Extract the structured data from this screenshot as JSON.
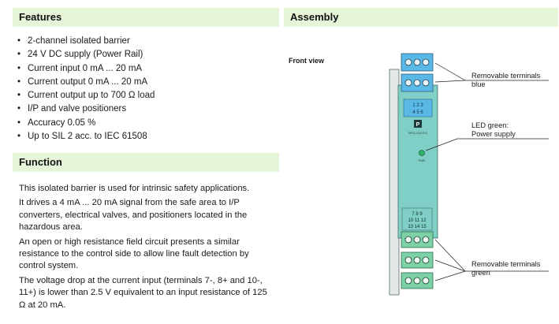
{
  "features": {
    "title": "Features",
    "items": [
      "2-channel isolated barrier",
      "24 V DC supply (Power Rail)",
      "Current input 0 mA ... 20 mA",
      "Current output 0 mA ... 20 mA",
      "Current output up to 700 Ω load",
      "I/P and valve positioners",
      "Accuracy 0.05 %",
      "Up to SIL 2 acc. to IEC 61508"
    ]
  },
  "function": {
    "title": "Function",
    "paragraphs": [
      "This isolated barrier is used for intrinsic safety applications.",
      "It drives a 4 mA ... 20 mA signal from the safe area to I/P converters, electrical valves, and positioners located in the hazardous area.",
      "An open or high resistance field circuit presents a similar resistance to the control side to allow line fault detection by control system.",
      "The voltage drop at the current input (terminals 7-, 8+ and 10-, 11+) is lower than 2.5 V equivalent to an input resistance of 125 Ω at 20 mA."
    ]
  },
  "assembly": {
    "title": "Assembly",
    "front_view_label": "Front view",
    "callout_terminals_blue": [
      "Removable terminals",
      "blue"
    ],
    "callout_led": [
      "LED green:",
      "Power supply"
    ],
    "callout_terminals_green": [
      "Removable terminals",
      "green"
    ],
    "device": {
      "top_terminal_numbers": [
        "1 2 3",
        "4 5 6"
      ],
      "bottom_terminal_numbers": [
        "7 8 9",
        "10 11 12",
        "13 14 15"
      ],
      "model": "KFD2-CD2-Ex2",
      "led_label": "PWR",
      "logo_glyph": "P"
    }
  },
  "colors": {
    "header_bg": "#e6f4d7",
    "housing": "#7fcfc6",
    "terminal_blue": "#5ab8e6",
    "terminal_green": "#7cd2a6",
    "led_green": "#2db56b"
  }
}
